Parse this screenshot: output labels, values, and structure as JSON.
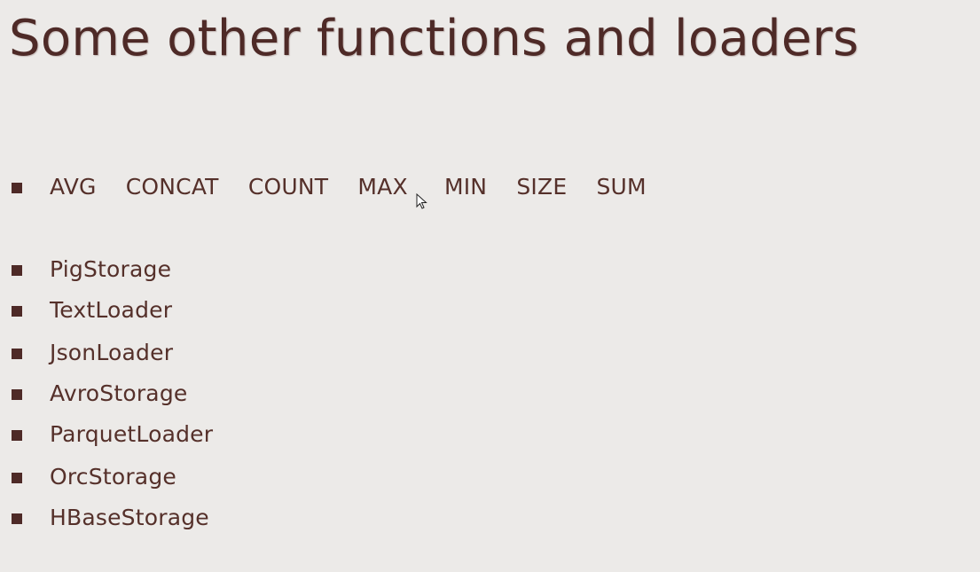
{
  "slide": {
    "title": "Some other functions and loaders",
    "functions": [
      "AVG",
      "CONCAT",
      "COUNT",
      "MAX",
      "MIN",
      "SIZE",
      "SUM"
    ],
    "loaders": [
      "PigStorage",
      "TextLoader",
      "JsonLoader",
      "AvroStorage",
      "ParquetLoader",
      "OrcStorage",
      "HBaseStorage"
    ]
  },
  "icons": {
    "bullet": "square-bullet-icon",
    "pointer": "mouse-pointer-icon"
  },
  "colors": {
    "background": "#eceae8",
    "text": "#55302a",
    "bullet": "#4e2a27"
  }
}
